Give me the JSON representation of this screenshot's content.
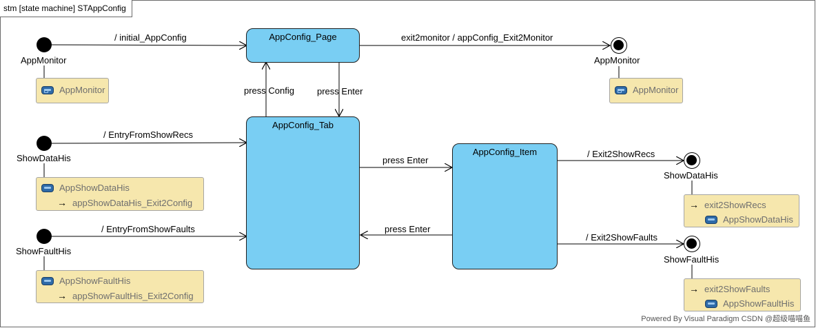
{
  "frame": {
    "title": "stm [state machine] STAppConfig"
  },
  "states": {
    "page": "AppConfig_Page",
    "tab": "AppConfig_Tab",
    "item": "AppConfig_Item"
  },
  "pseudo": {
    "appmonitor_in": "AppMonitor",
    "appmonitor_out": "AppMonitor",
    "showdatahis_in": "ShowDataHis",
    "showfaulthis_in": "ShowFaultHis",
    "showdatahis_out": "ShowDataHis",
    "showfaulthis_out": "ShowFaultHis"
  },
  "transitions": {
    "initial_appconfig": "/ initial_AppConfig",
    "exit2monitor": "exit2monitor / appConfig_Exit2Monitor",
    "press_config": "press Config",
    "press_enter_down": "press Enter",
    "entry_from_showrecs": "/ EntryFromShowRecs",
    "entry_from_showfaults": "/ EntryFromShowFaults",
    "press_enter_right": "press Enter",
    "press_enter_left": "press Enter",
    "exit2showrecs": "/ Exit2ShowRecs",
    "exit2showfaults": "/ Exit2ShowFaults"
  },
  "notes": {
    "appmonitor_in": {
      "ref": "AppMonitor"
    },
    "appmonitor_out": {
      "ref": "AppMonitor"
    },
    "showdatahis_in": {
      "ref": "AppShowDataHis",
      "action": "appShowDataHis_Exit2Config"
    },
    "showfaulthis_in": {
      "ref": "AppShowFaultHis",
      "action": "appShowFaultHis_Exit2Config"
    },
    "showdatahis_out": {
      "action": "exit2ShowRecs",
      "ref": "AppShowDataHis"
    },
    "showfaulthis_out": {
      "action": "exit2ShowFaults",
      "ref": "AppShowFaultHis"
    }
  },
  "footer": "Powered By  Visual Paradigm  CSDN @超级喵喵鱼"
}
